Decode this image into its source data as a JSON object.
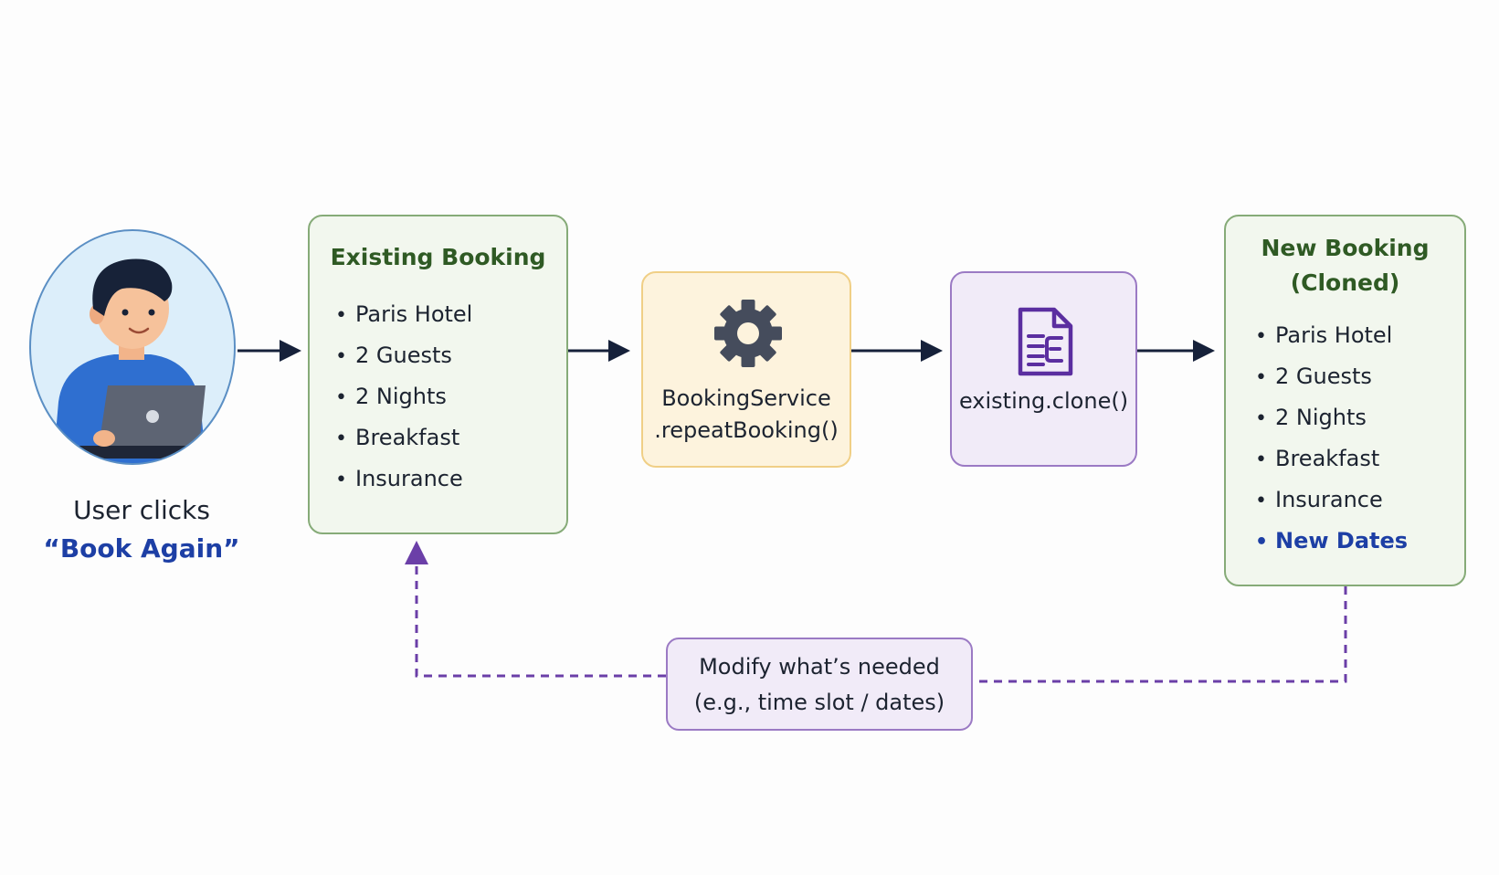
{
  "user": {
    "caption_line1": "User clicks",
    "caption_line2": "“Book Again”",
    "icon": "user-laptop-icon"
  },
  "existing_booking": {
    "title": "Existing Booking",
    "items": [
      "Paris Hotel",
      "2 Guests",
      "2 Nights",
      "Breakfast",
      "Insurance"
    ]
  },
  "service": {
    "icon": "gear-icon",
    "line1": "BookingService",
    "line2": ".repeatBooking()"
  },
  "clone": {
    "icon": "document-icon",
    "label": "existing.clone()"
  },
  "new_booking": {
    "title_line1": "New Booking",
    "title_line2": "(Cloned)",
    "items": [
      "Paris Hotel",
      "2 Guests",
      "2 Nights",
      "Breakfast",
      "Insurance"
    ],
    "highlight_item": "New Dates"
  },
  "modify": {
    "line1": "Modify what’s needed",
    "line2": "(e.g., time slot / dates)"
  },
  "colors": {
    "green_border": "#86ab78",
    "green_fill": "#f2f7ee",
    "yellow_border": "#f0cf86",
    "yellow_fill": "#fdf3dd",
    "purple_border": "#9b7ac4",
    "purple_fill": "#f1ebf8",
    "highlight_blue": "#1d3fa5",
    "arrow": "#16213a",
    "dashed_arrow": "#6b3fa8"
  }
}
